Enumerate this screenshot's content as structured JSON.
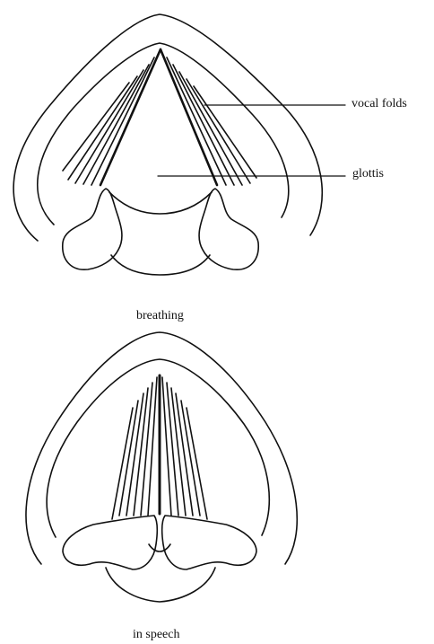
{
  "labels": {
    "vocal_folds": "vocal folds",
    "glottis": "glottis",
    "breathing": "breathing",
    "in_speech": "in speech"
  },
  "colors": {
    "ink": "#111111",
    "background": "#ffffff"
  }
}
